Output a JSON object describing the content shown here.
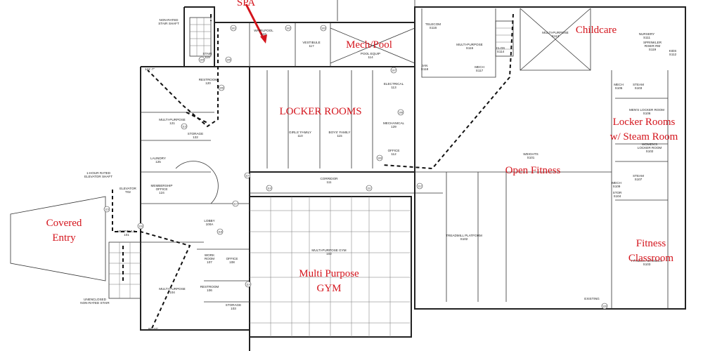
{
  "callouts": {
    "spa": "SPA",
    "mech_pool": "Mech/Pool",
    "childcare": "Childcare",
    "locker_rooms": "LOCKER ROOMS",
    "locker_steam_1": "Locker Rooms",
    "locker_steam_2": "w/ Steam Room",
    "open_fitness": "Open Fitness",
    "covered_entry_1": "Covered",
    "covered_entry_2": "Entry",
    "gym_1": "Multi Purpose",
    "gym_2": "GYM",
    "fitness_1": "Fitness",
    "fitness_2": "Classroom",
    "color": "#d4141c"
  },
  "rooms": {
    "stair_shaft": [
      "NON-RATED",
      "STAIR SHAFT"
    ],
    "stair": [
      "STAIR",
      "119"
    ],
    "whirlpool": [
      "WHIRLPOOL",
      "118"
    ],
    "vestibule": [
      "VESTIBULE",
      "117"
    ],
    "pool_equip": [
      "POOL EQUIP",
      "114"
    ],
    "telecom": [
      "TELECOM",
      "S116"
    ],
    "multi_purpose_s115": [
      "MULTI-PURPOSE",
      "S115"
    ],
    "jan": [
      "JAN",
      "S118"
    ],
    "clos": [
      "CLOS",
      "S114"
    ],
    "mech_s117": [
      "MECH",
      "S117"
    ],
    "multi_purpose_s113": [
      "MULTI-PURPOSE",
      "S113"
    ],
    "nursery": [
      "NURSERY",
      "S111"
    ],
    "sprinkler": [
      "SPRINKLER",
      "RISER RM",
      "S119"
    ],
    "kids": [
      "KIDS",
      "S112"
    ],
    "restroom_120": [
      "RESTROOM",
      "120"
    ],
    "multi_purpose_121": [
      "MULTI-PURPOSE",
      "121"
    ],
    "storage_122": [
      "STORAGE",
      "122"
    ],
    "electrical": [
      "ELECTRICAL",
      "113"
    ],
    "mechanical": [
      "MECHANICAL",
      "129"
    ],
    "office_112": [
      "OFFICE",
      "112"
    ],
    "girls_family": [
      "GIRLS' FAMILY",
      "110"
    ],
    "boys_family": [
      "BOYS' FAMILY",
      "115"
    ],
    "mech_s105": [
      "MECH",
      "S105"
    ],
    "steam_s103": [
      "STEAM",
      "S103"
    ],
    "mens_locker": [
      "MEN'S LOCKER ROOM",
      "S106"
    ],
    "womens_locker": [
      "WOMEN'S",
      "LOCKER ROOM",
      "S102"
    ],
    "steam_s107": [
      "STEAM",
      "S107"
    ],
    "mech_s109": [
      "MECH",
      "S109"
    ],
    "stor_s104": [
      "STOR",
      "S104"
    ],
    "weights": [
      "WEIGHTS",
      "S101"
    ],
    "laundry": [
      "LAUNDRY",
      "125"
    ],
    "membership": [
      "MEMBERSHIP",
      "OFFICE",
      "124"
    ],
    "corridor": [
      "CORRIDOR",
      "111"
    ],
    "elevator_shaft": [
      "1-HOUR RATED",
      "ELEVATOR SHAFT"
    ],
    "elevator": [
      "ELEVATOR",
      "T02"
    ],
    "lobby": [
      "LOBBY",
      "100A"
    ],
    "vestibule_101": [
      "VESTIBULE",
      "101"
    ],
    "multi_purpose_gym": [
      "MULTI-PURPOSE GYM",
      "102"
    ],
    "treadmill": [
      "TREADMILL PLATFORM",
      "S102"
    ],
    "fitness_aerobics": [
      "FITNESS AEROBICS",
      "S103"
    ],
    "work_room": [
      "WORK",
      "ROOM",
      "107"
    ],
    "office_108": [
      "OFFICE",
      "108"
    ],
    "restroom_106": [
      "RESTROOM",
      "106"
    ],
    "multi_purpose_104": [
      "MULTI-PURPOSE",
      "104"
    ],
    "storage_103": [
      "STORAGE",
      "103"
    ],
    "unenclosed_stair": [
      "UNENCLOSED",
      "NON-RATED STAIR"
    ],
    "existing": "EXISTING",
    "stair_top_dim": "141'-7\"",
    "stair_bottom_dim": "66'-10\""
  },
  "door_tags": [
    "101",
    "102",
    "103",
    "104",
    "105",
    "106",
    "107",
    "108",
    "109",
    "110",
    "111",
    "112",
    "113",
    "114",
    "115",
    "116",
    "117",
    "118",
    "119",
    "120"
  ]
}
